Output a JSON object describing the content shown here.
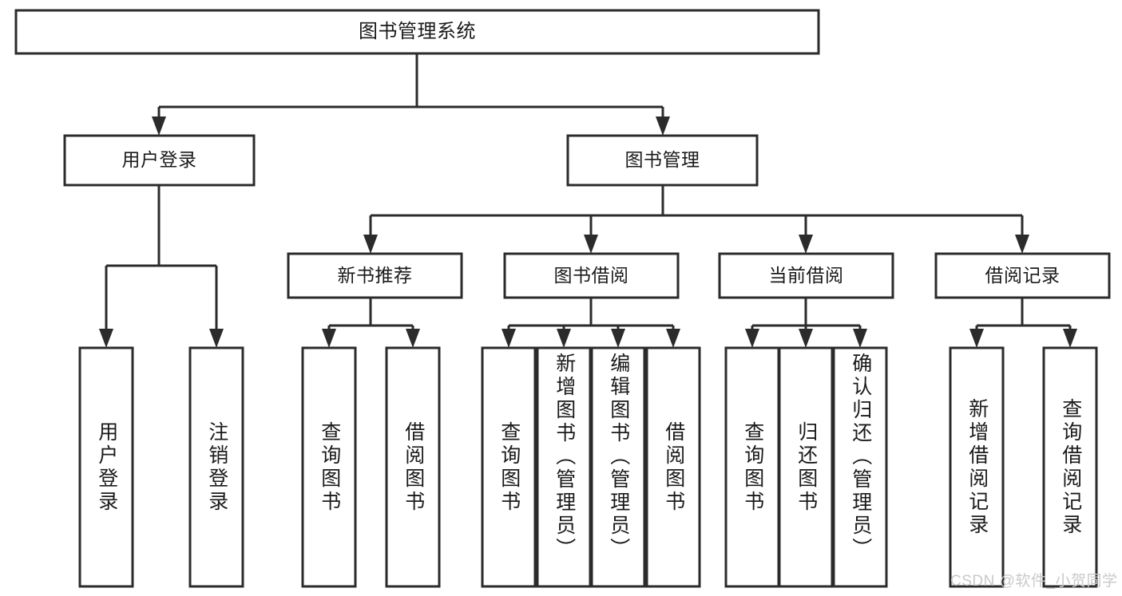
{
  "diagram": {
    "title": "图书管理系统",
    "type": "tree-hierarchy",
    "watermark": "CSDN @软件_小贺同学",
    "colors": {
      "stroke": "#2b2b2b",
      "fill": "#ffffff",
      "text": "#1a1a1a",
      "watermark": "#c9c9c9",
      "background": "#ffffff"
    },
    "nodes": {
      "root": {
        "label": "图书管理系统"
      },
      "level2": [
        {
          "id": "user-login",
          "label": "用户登录"
        },
        {
          "id": "book-management",
          "label": "图书管理"
        }
      ],
      "level3": [
        {
          "id": "new-book-recommend",
          "label": "新书推荐"
        },
        {
          "id": "book-borrow",
          "label": "图书借阅"
        },
        {
          "id": "current-borrow",
          "label": "当前借阅"
        },
        {
          "id": "borrow-record",
          "label": "借阅记录"
        }
      ],
      "leaves": {
        "user-login": [
          {
            "id": "leaf-user-login",
            "label": "用户登录"
          },
          {
            "id": "leaf-user-logout",
            "label": "注销登录"
          }
        ],
        "new-book-recommend": [
          {
            "id": "leaf-query-book-1",
            "label": "查询图书"
          },
          {
            "id": "leaf-borrow-book-1",
            "label": "借阅图书"
          }
        ],
        "book-borrow": [
          {
            "id": "leaf-query-book-2",
            "label": "查询图书"
          },
          {
            "id": "leaf-add-book",
            "label": "新增图书（管理员）"
          },
          {
            "id": "leaf-edit-book",
            "label": "编辑图书（管理员）"
          },
          {
            "id": "leaf-borrow-book-2",
            "label": "借阅图书"
          }
        ],
        "current-borrow": [
          {
            "id": "leaf-query-book-3",
            "label": "查询图书"
          },
          {
            "id": "leaf-return-book",
            "label": "归还图书"
          },
          {
            "id": "leaf-confirm-return",
            "label": "确认归还（管理员）"
          }
        ],
        "borrow-record": [
          {
            "id": "leaf-add-record",
            "label": "新增借阅记录"
          },
          {
            "id": "leaf-query-record",
            "label": "查询借阅记录"
          }
        ]
      }
    }
  }
}
